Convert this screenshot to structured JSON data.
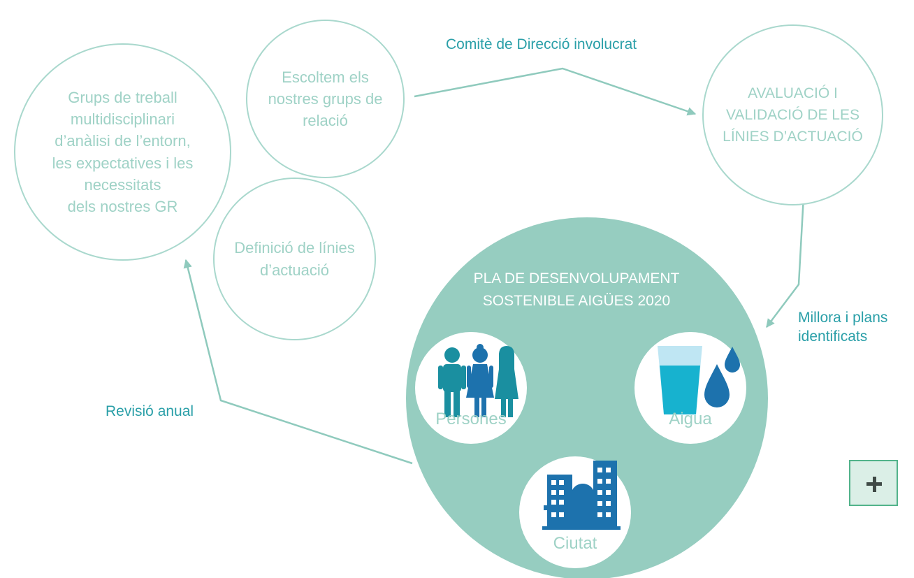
{
  "nodes": {
    "groups": "Grups de treball\nmultidisciplinari\nd’anàlisi de l’entorn,\nles expectatives i les\nnecessitats\ndels nostres GR",
    "listen": "Escoltem els\nnostres grups de\nrelació",
    "define": "Definició de línies\nd’actuació",
    "evaluate": "AVALUACIÓ I\nVALIDACIÓ DE LES\nLÍNIES D’ACTUACIÓ"
  },
  "edges": {
    "committee": "Comitè de Direcció involucrat",
    "improvement": "Millora i plans\nidentificats",
    "review": "Revisió anual"
  },
  "plan": {
    "title": "PLA DE DESENVOLUPAMENT\nSOSTENIBLE AIGÜES 2020",
    "themes": [
      {
        "label": "Persones",
        "icon": "people-icon"
      },
      {
        "label": "Aigua",
        "icon": "water-icon"
      },
      {
        "label": "Ciutat",
        "icon": "city-icon"
      }
    ]
  },
  "colors": {
    "outline": "#a9d8cd",
    "light_text": "#9fd2c6",
    "dark_teal_text": "#2a9fa8",
    "plan_fill": "#96cdc0",
    "icon_blue": "#1d72ad",
    "icon_teal": "#1a8fa0",
    "water_cyan": "#17b2cf",
    "plus_border": "#52b38b"
  }
}
